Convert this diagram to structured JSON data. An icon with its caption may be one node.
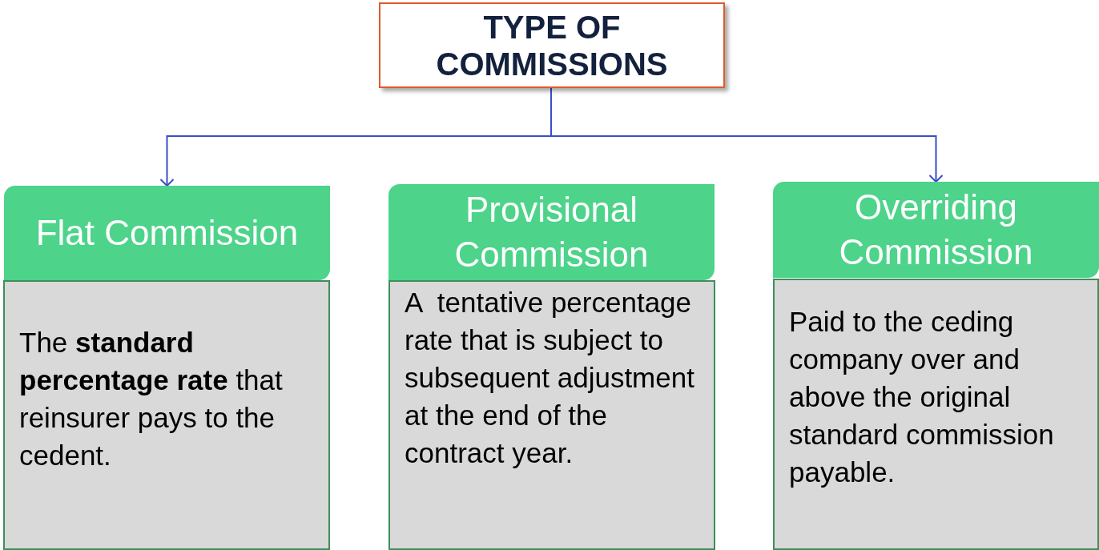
{
  "diagram": {
    "nodes": [
      {
        "text": [
          "TYPE OF COMMISSIONS"
        ]
      },
      {
        "text": [
          "Flat Commission"
        ]
      },
      {
        "text": [
          "Provisional Commission"
        ]
      },
      {
        "text": [
          "Overriding Commission"
        ]
      },
      {
        "text": [
          "The **standard percentage rate** that reinsurer pays to the cedent."
        ]
      },
      {
        "text": [
          "A  tentative percentage rate that is subject to subsequent adjustment at the end of the contract year."
        ]
      },
      {
        "text": [
          "Paid to the ceding company over and above the original standard commission payable."
        ]
      }
    ],
    "edges": [
      {
        "from": 0,
        "to": 1,
        "arrow": "to"
      },
      {
        "from": 0,
        "to": 3,
        "arrow": "to"
      }
    ]
  }
}
